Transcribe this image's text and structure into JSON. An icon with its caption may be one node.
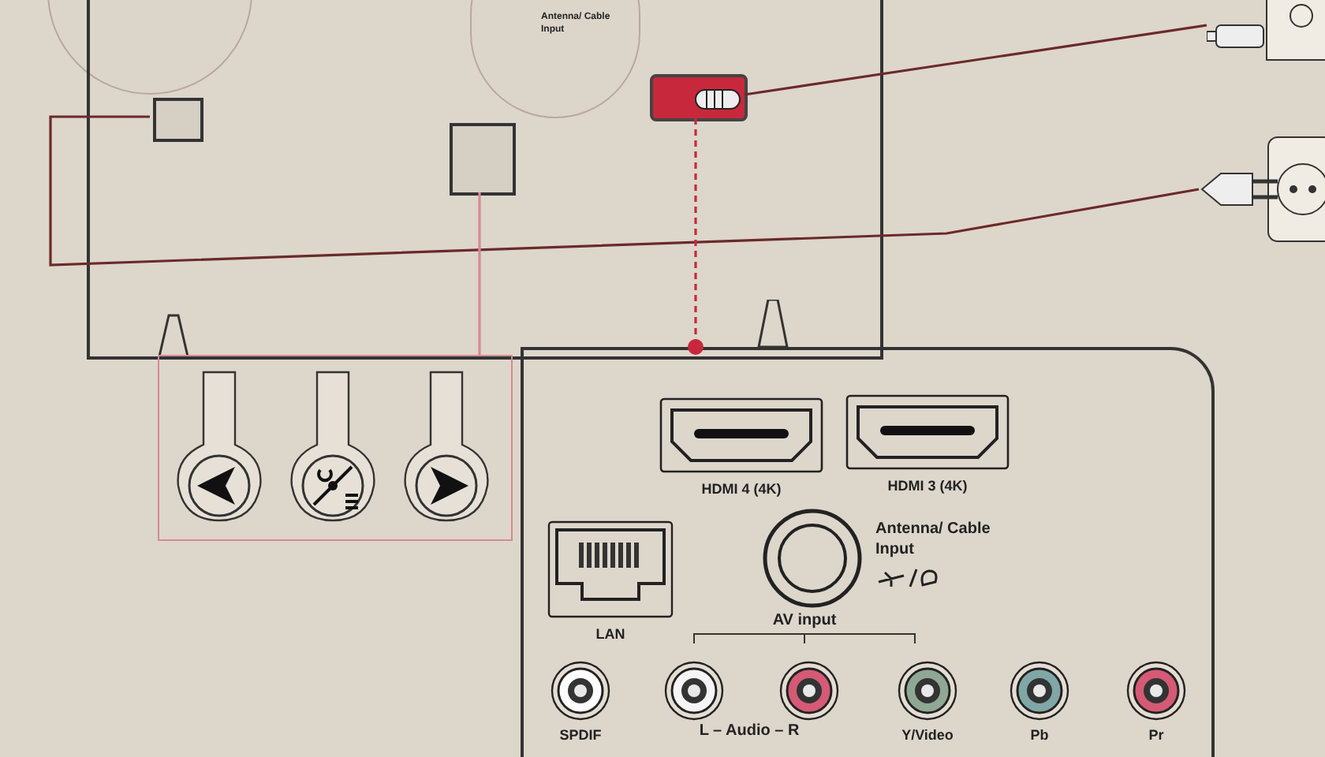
{
  "diagram": {
    "nodes": [
      {
        "text": [],
        "shape": "picture"
      },
      {
        "text": [],
        "shape": "box",
        "in": 0
      },
      {
        "text": [],
        "shape": "picture"
      },
      {
        "text": [],
        "shape": "picture"
      },
      {
        "text": [],
        "shape": "box"
      },
      {
        "text": [],
        "shape": "box"
      },
      {
        "text": [
          "HDMI 4 (4K)"
        ],
        "in": 5
      },
      {
        "text": [
          "HDMI 3 (4K)"
        ],
        "in": 5
      },
      {
        "text": [
          "LAN"
        ],
        "in": 5
      },
      {
        "text": [
          "Antenna/ Cable Input"
        ],
        "in": 5
      },
      {
        "text": [
          "SPDIF"
        ],
        "in": 5
      },
      {
        "text": [],
        "shape": "circle",
        "in": 5
      },
      {
        "text": [],
        "shape": "circle",
        "in": 5
      },
      {
        "text": [
          "Y/Video"
        ],
        "in": 5
      },
      {
        "text": [
          "Pb"
        ],
        "in": 5
      },
      {
        "text": [
          "Pr"
        ],
        "in": 5
      },
      {
        "text": [
          "Antenna/ Cable Input"
        ]
      },
      {
        "text": [],
        "shape": "box",
        "in": 0
      },
      {
        "text": [],
        "shape": "box",
        "in": 0
      },
      {
        "text": [],
        "shape": "circle"
      }
    ],
    "edges": [
      {
        "from": 1,
        "to": 2,
        "arrow": "none"
      },
      {
        "from": 18,
        "to": 3,
        "arrow": "none"
      },
      {
        "from": 1,
        "to": 5,
        "arrow": "other",
        "style": "dashed",
        "color": "#c8283c"
      },
      {
        "from": 17,
        "to": 4,
        "arrow": "none",
        "color": "#d58a94"
      }
    ],
    "labels": [
      "AV input",
      "L – Audio – R"
    ]
  }
}
